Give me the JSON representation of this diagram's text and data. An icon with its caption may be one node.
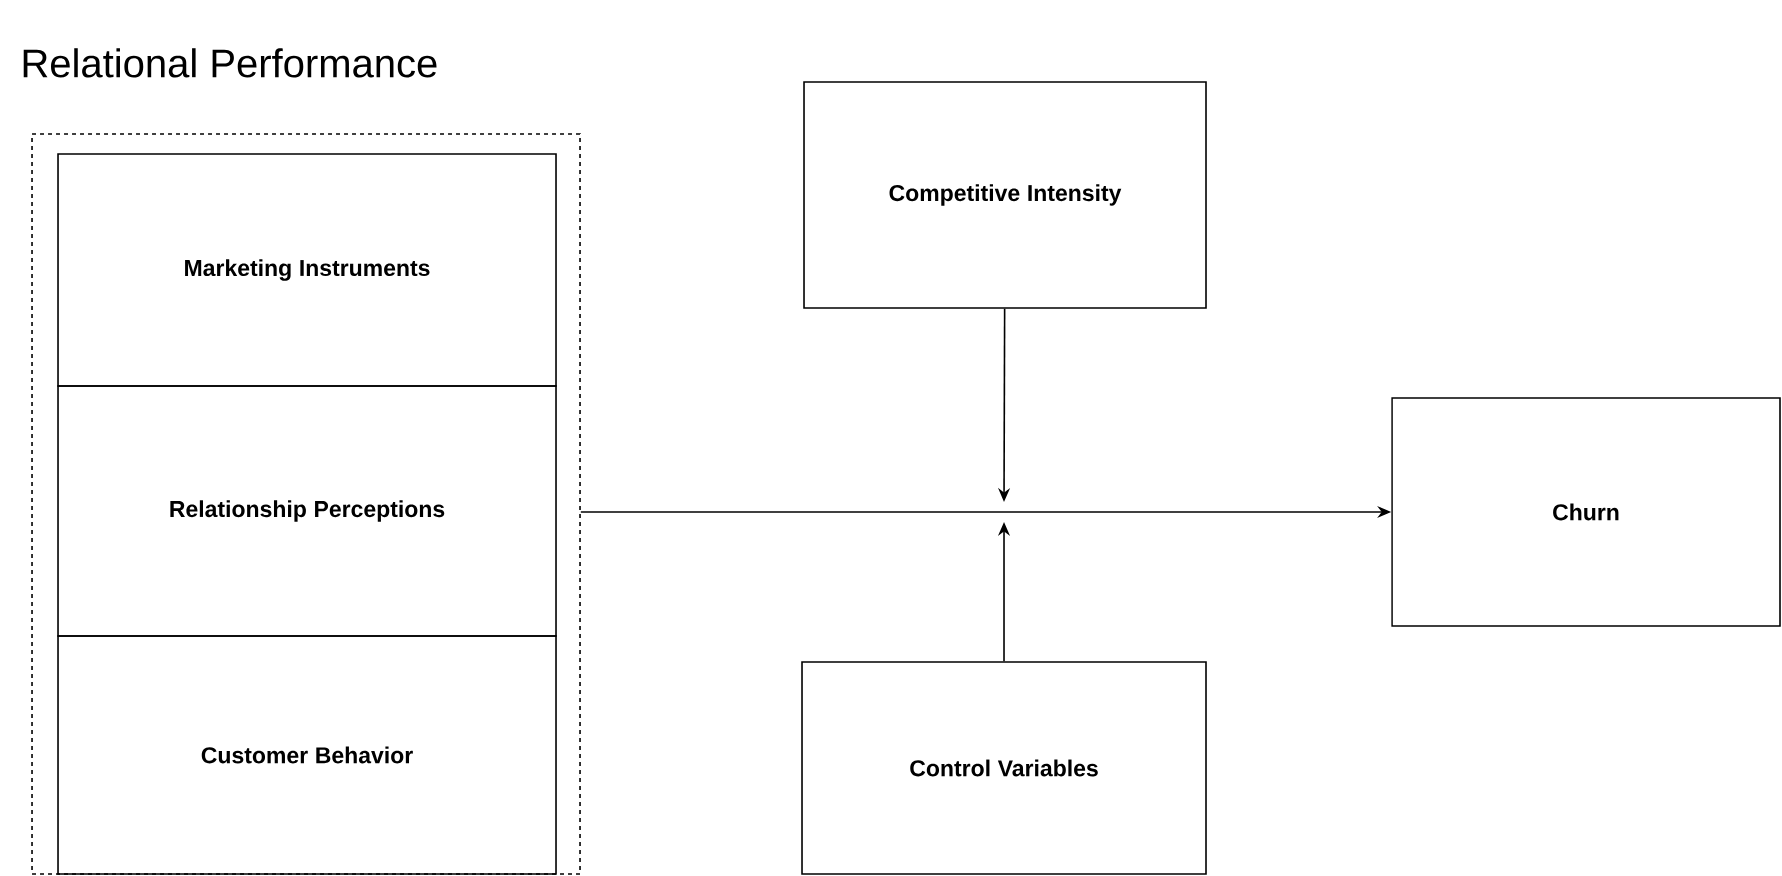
{
  "diagram": {
    "nodes": [
      {
        "text": [
          "Relational Performance"
        ]
      },
      {
        "text": [
          "Marketing Instruments"
        ],
        "in": 0
      },
      {
        "text": [
          "Relationship Perceptions"
        ],
        "in": 0
      },
      {
        "text": [
          "Customer Behavior"
        ],
        "in": 0
      },
      {
        "text": [
          "Competitive Intensity"
        ]
      },
      {
        "text": [
          "Control Variables"
        ]
      },
      {
        "text": [
          "Churn"
        ]
      }
    ],
    "edges": [
      {
        "from": 0,
        "to": 6,
        "arrow": "to"
      },
      {
        "from": 4,
        "to": null,
        "arrow": "to"
      },
      {
        "from": 5,
        "to": null,
        "arrow": "to"
      }
    ]
  }
}
